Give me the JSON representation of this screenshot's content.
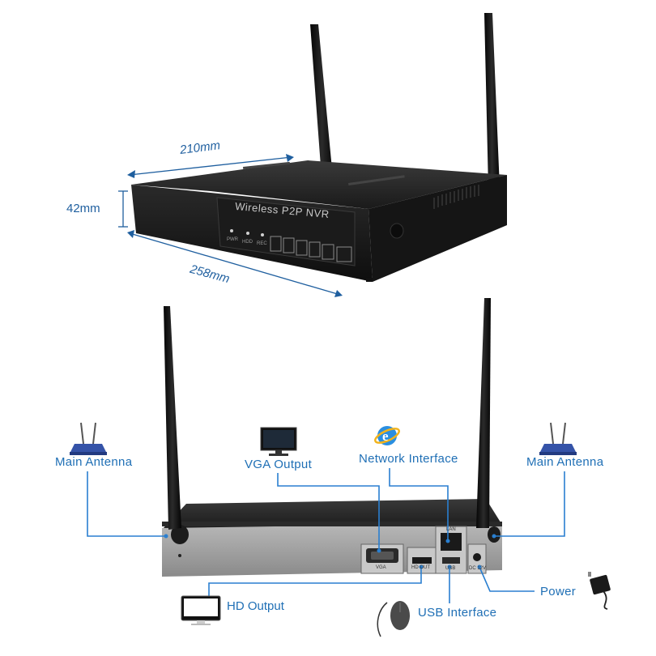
{
  "dimensions": {
    "width": "210mm",
    "height": "42mm",
    "depth": "258mm"
  },
  "front_panel": {
    "title": "Wireless P2P NVR",
    "indicators": [
      "PWR",
      "HDD",
      "REC"
    ],
    "icons": [
      "usb",
      "wifi",
      "cloud",
      "p2p"
    ]
  },
  "rear_ports": {
    "vga": "VGA",
    "hdmi": "HD OUT",
    "lan": "LAN",
    "usb": "USB",
    "power": "DC 12V"
  },
  "callouts": {
    "main_antenna_left": "Main Antenna",
    "vga_output": "VGA Output",
    "network_interface": "Network Interface",
    "main_antenna_right": "Main Antenna",
    "hd_output": "HD Output",
    "usb_interface": "USB Interface",
    "power": "Power"
  },
  "colors": {
    "callout_text": "#1f6fb5",
    "callout_line": "#2a7fd0",
    "device_body": "#1e1e1e",
    "rear_panel": "#9a9a9a"
  }
}
